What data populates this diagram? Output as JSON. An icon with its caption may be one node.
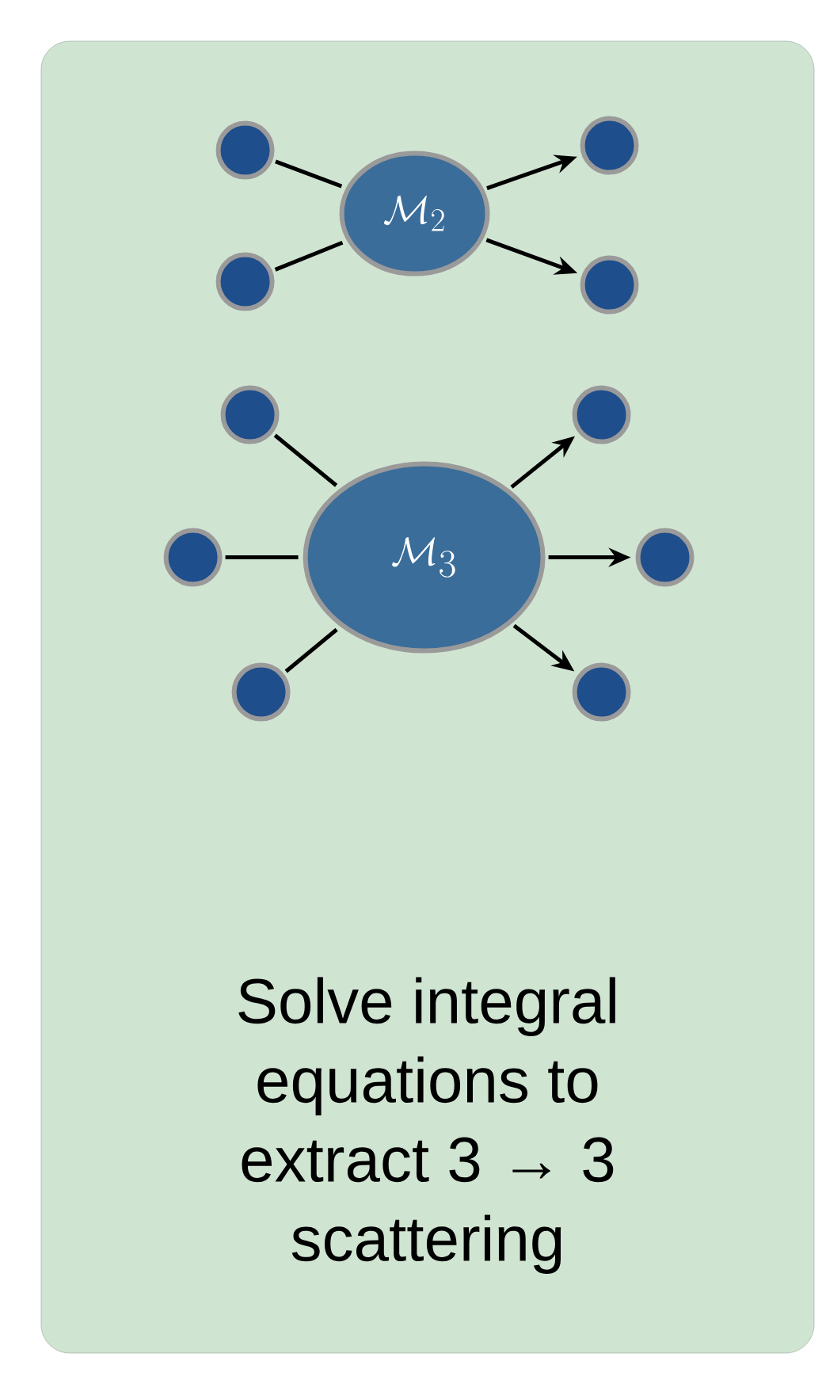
{
  "diagram": {
    "nodes": [
      {
        "text": [
          "Solve integral equations to extract 3 → 3 scattering"
        ]
      },
      {
        "text": [],
        "shape": "circle",
        "in": 0
      },
      {
        "text": [],
        "shape": "circle",
        "in": 0
      },
      {
        "text": [
          "\\mathcal{M}_2"
        ],
        "in": 0
      },
      {
        "text": [],
        "shape": "circle",
        "in": 0
      },
      {
        "text": [],
        "shape": "circle",
        "in": 0
      },
      {
        "text": [],
        "shape": "circle",
        "in": 0
      },
      {
        "text": [],
        "shape": "circle",
        "in": 0
      },
      {
        "text": [],
        "shape": "circle",
        "in": 0
      },
      {
        "text": [
          "\\mathcal{M}_3"
        ],
        "in": 0
      },
      {
        "text": [],
        "shape": "circle",
        "in": 0
      },
      {
        "text": [],
        "shape": "circle",
        "in": 0
      },
      {
        "text": [],
        "shape": "circle",
        "in": 0
      }
    ],
    "edges": [
      {
        "from": 1,
        "to": 3,
        "arrow": "none"
      },
      {
        "from": 2,
        "to": 3,
        "arrow": "none"
      },
      {
        "from": 3,
        "to": 4,
        "arrow": "to"
      },
      {
        "from": 3,
        "to": 5,
        "arrow": "to"
      },
      {
        "from": 6,
        "to": 9,
        "arrow": "none"
      },
      {
        "from": 7,
        "to": 9,
        "arrow": "none"
      },
      {
        "from": 8,
        "to": 9,
        "arrow": "none"
      },
      {
        "from": 9,
        "to": 10,
        "arrow": "to"
      },
      {
        "from": 9,
        "to": 11,
        "arrow": "to"
      },
      {
        "from": 9,
        "to": 12,
        "arrow": "to"
      }
    ]
  }
}
